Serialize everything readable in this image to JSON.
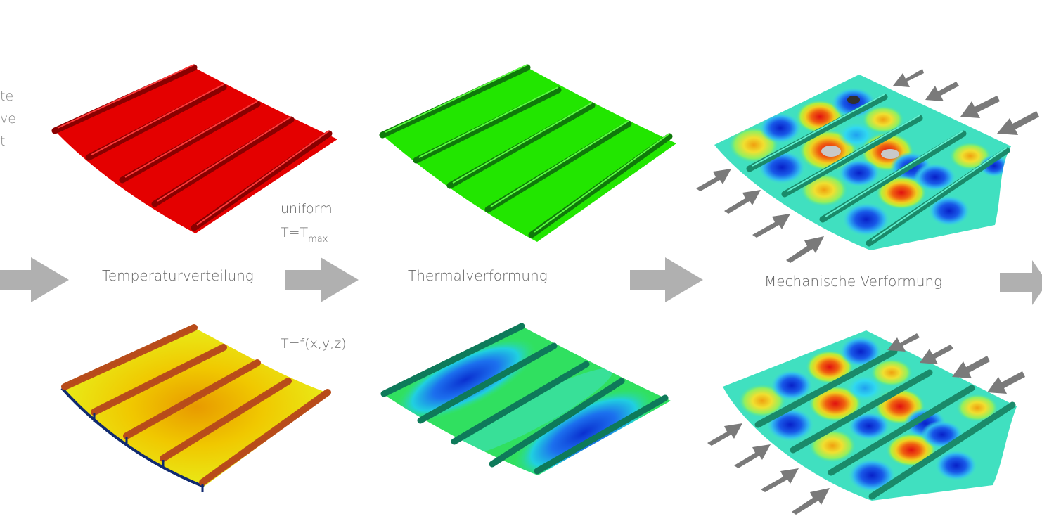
{
  "edge_text": [
    "te",
    "ve",
    "t"
  ],
  "stages": [
    {
      "label": "Temperaturverteilung"
    },
    {
      "label": "Thermalverformung"
    },
    {
      "label": "Mechanische Verformung"
    }
  ],
  "conditions": {
    "uniform_line1": "uniform",
    "uniform_line2_main": "T=T",
    "uniform_line2_sub": "max",
    "field": "T=f(x,y,z)"
  },
  "colors": {
    "arrow": "#b0b0b0",
    "load_arrow": "#7a7a7a",
    "uniform_temperature": "#e40000",
    "zero_deformation": "#22e600",
    "label_text": "#666666"
  }
}
